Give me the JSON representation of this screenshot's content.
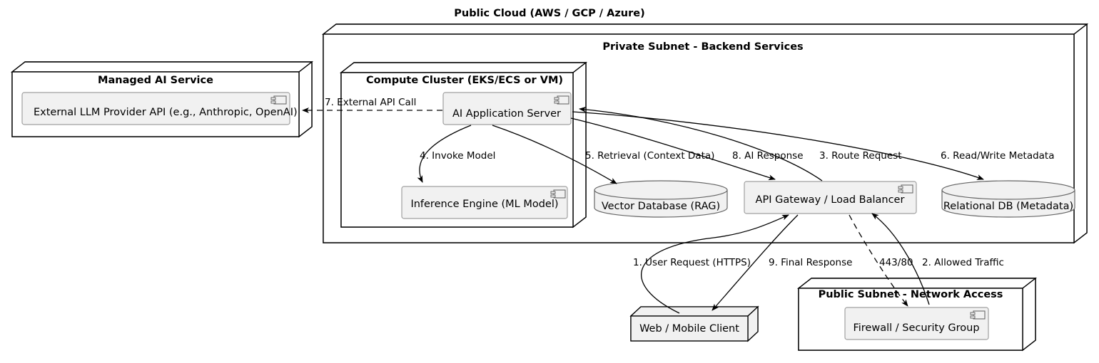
{
  "diagram": {
    "title": "Public Cloud (AWS / GCP / Azure)",
    "type": "uml-deployment-diagram",
    "colors": {
      "node_fill": "#ffffff",
      "component_fill": "#f1f1f1",
      "database_fill": "#f1f1f1",
      "stroke": "#000000",
      "component_stroke": "#a0a0a0",
      "background": "#ffffff"
    }
  },
  "nodes": {
    "managed_ai_service": {
      "title": "Managed AI Service",
      "component": "External LLM Provider API (e.g., Anthropic, OpenAI)"
    },
    "private_subnet": {
      "title": "Private Subnet - Backend Services"
    },
    "compute_cluster": {
      "title": "Compute Cluster (EKS/ECS or VM)",
      "components": [
        "AI Application Server",
        "Inference Engine (ML Model)"
      ]
    },
    "public_subnet": {
      "title": "Public Subnet - Network Access",
      "component": "Firewall / Security Group"
    },
    "web_client": {
      "title": "Web / Mobile Client"
    }
  },
  "components": {
    "api_gateway": "API Gateway / Load Balancer",
    "vector_database": "Vector Database (RAG)",
    "relational_db": "Relational DB (Metadata)"
  },
  "edges": [
    {
      "id": "e1",
      "label": "1. User Request (HTTPS)",
      "from": "web_client",
      "to": "api_gateway"
    },
    {
      "id": "e2",
      "label": "2. Allowed Traffic",
      "from": "firewall",
      "to": "api_gateway"
    },
    {
      "id": "e3",
      "label": "3. Route Request",
      "from": "api_gateway",
      "to": "ai_application_server"
    },
    {
      "id": "e4",
      "label": "4. Invoke Model",
      "from": "ai_application_server",
      "to": "inference_engine"
    },
    {
      "id": "e5",
      "label": "5. Retrieval (Context Data)",
      "from": "ai_application_server",
      "to": "vector_database"
    },
    {
      "id": "e6",
      "label": "6. Read/Write Metadata",
      "from": "ai_application_server",
      "to": "relational_db"
    },
    {
      "id": "e7",
      "label": "7. External API Call",
      "from": "ai_application_server",
      "to": "external_llm_provider_api",
      "style": "dashed"
    },
    {
      "id": "e8",
      "label": "8. AI Response",
      "from": "ai_application_server",
      "to": "api_gateway"
    },
    {
      "id": "e9",
      "label": "9. Final Response",
      "from": "api_gateway",
      "to": "web_client"
    },
    {
      "id": "e10",
      "label": "443/80",
      "from": "api_gateway",
      "to": "firewall",
      "style": "dashed"
    }
  ]
}
